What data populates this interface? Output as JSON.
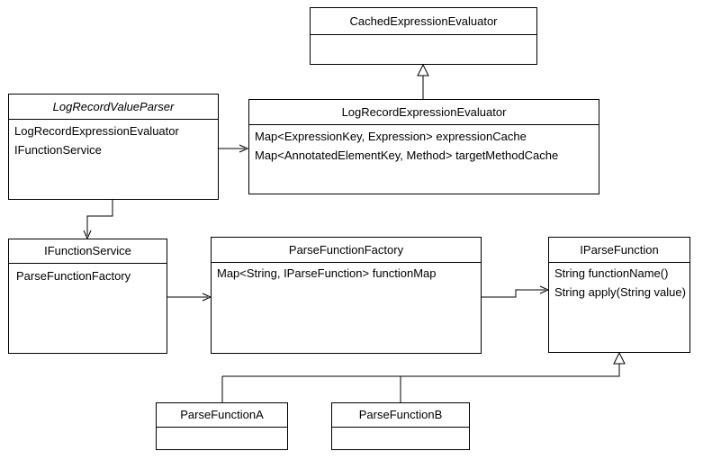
{
  "classes": {
    "cached_evaluator": {
      "name": "CachedExpressionEvaluator",
      "members": []
    },
    "log_evaluator": {
      "name": "LogRecordExpressionEvaluator",
      "members": [
        "Map<ExpressionKey, Expression> expressionCache",
        "Map<AnnotatedElementKey, Method> targetMethodCache"
      ]
    },
    "value_parser": {
      "name": "LogRecordValueParser",
      "members": [
        "LogRecordExpressionEvaluator",
        "IFunctionService"
      ]
    },
    "function_service": {
      "name": "IFunctionService",
      "members": [
        "ParseFunctionFactory"
      ]
    },
    "function_factory": {
      "name": "ParseFunctionFactory",
      "members": [
        "Map<String, IParseFunction> functionMap"
      ]
    },
    "parse_function": {
      "name": "IParseFunction",
      "members": [
        "String functionName()",
        "String apply(String value)"
      ]
    },
    "parse_function_a": {
      "name": "ParseFunctionA",
      "members": []
    },
    "parse_function_b": {
      "name": "ParseFunctionB",
      "members": []
    }
  }
}
